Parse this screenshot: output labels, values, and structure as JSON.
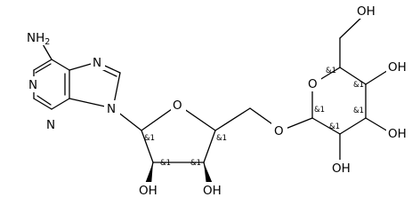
{
  "structure": {
    "color": "#000000",
    "atoms": {
      "amino": "NH2",
      "n_pyrimidine_top": "N",
      "n_pyrimidine_bottom": "N",
      "n_imidazole_top": "N",
      "n_imidazole_9": "N",
      "o_ribose_ring": "O",
      "o_ribose_2": "OH",
      "o_ribose_3": "OH",
      "o_ether": "O",
      "o_pyranose_ring": "O",
      "o_hydroxymethyl": "OH",
      "o_pyranose_4": "OH",
      "o_pyranose_3": "OH",
      "o_pyranose_2": "OH"
    },
    "stereo_labels": {
      "ribose_c1": "&1",
      "ribose_c2": "&1",
      "ribose_c3": "&1",
      "ribose_c4": "&1",
      "pyranose_c1": "&1",
      "pyranose_c2": "&1",
      "pyranose_c3": "&1",
      "pyranose_c4": "&1",
      "pyranose_c5": "&1"
    }
  }
}
